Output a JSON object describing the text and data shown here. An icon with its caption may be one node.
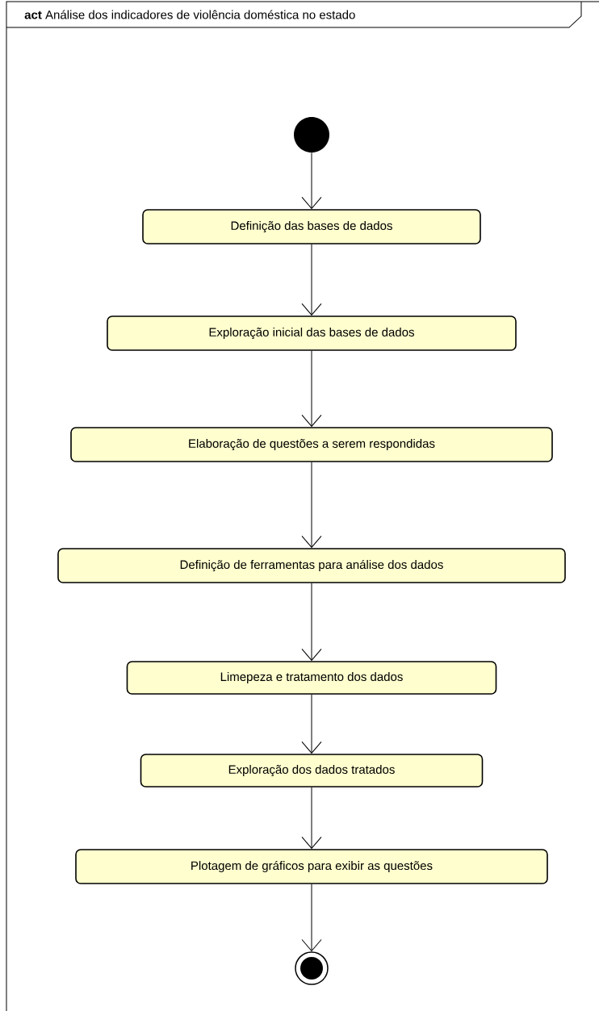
{
  "diagram": {
    "title": "**act** Análise dos indicadores de violência doméstica no estado",
    "nodes": [
      {
        "text": [],
        "shape": "circle"
      },
      {
        "text": [
          "Definição das bases de dados"
        ]
      },
      {
        "text": [
          "Exploração inicial das bases de dados"
        ]
      },
      {
        "text": [
          "Elaboração de questões a serem respondidas"
        ]
      },
      {
        "text": [
          "Definição de ferramentas para análise dos dados"
        ]
      },
      {
        "text": [
          "Limepeza e tratamento dos dados"
        ]
      },
      {
        "text": [
          "Exploração dos dados tratados"
        ]
      },
      {
        "text": [
          "Plotagem de gráficos para exibir as questões"
        ]
      },
      {
        "text": [],
        "shape": "bullseye"
      }
    ],
    "edges": [
      {
        "from": 0,
        "to": 1,
        "arrow": "to"
      },
      {
        "from": 1,
        "to": 2,
        "arrow": "to"
      },
      {
        "from": 2,
        "to": 3,
        "arrow": "to"
      },
      {
        "from": 3,
        "to": 4,
        "arrow": "to"
      },
      {
        "from": 4,
        "to": 5,
        "arrow": "to"
      },
      {
        "from": 5,
        "to": 6,
        "arrow": "to"
      },
      {
        "from": 6,
        "to": 7,
        "arrow": "to"
      },
      {
        "from": 7,
        "to": 8,
        "arrow": "to"
      }
    ]
  }
}
